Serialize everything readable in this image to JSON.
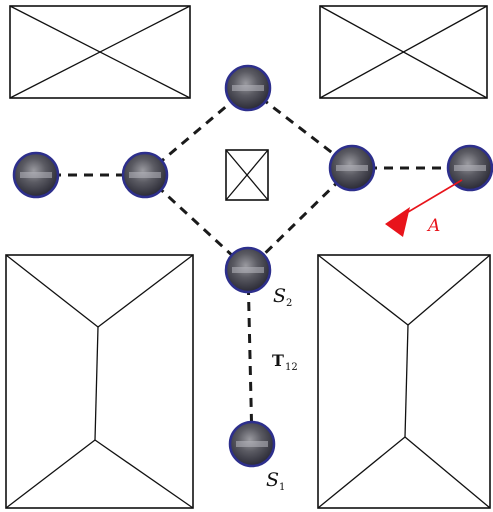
{
  "labels": {
    "s2": "S",
    "s2_sub": "2",
    "s1": "S",
    "s1_sub": "1",
    "t12": "T",
    "t12_sub": "12",
    "agent": "A"
  },
  "colors": {
    "line": "#222222",
    "node_fill": "#4a4a55",
    "node_ring": "#2d2f8c",
    "agent": "#e8141b"
  }
}
